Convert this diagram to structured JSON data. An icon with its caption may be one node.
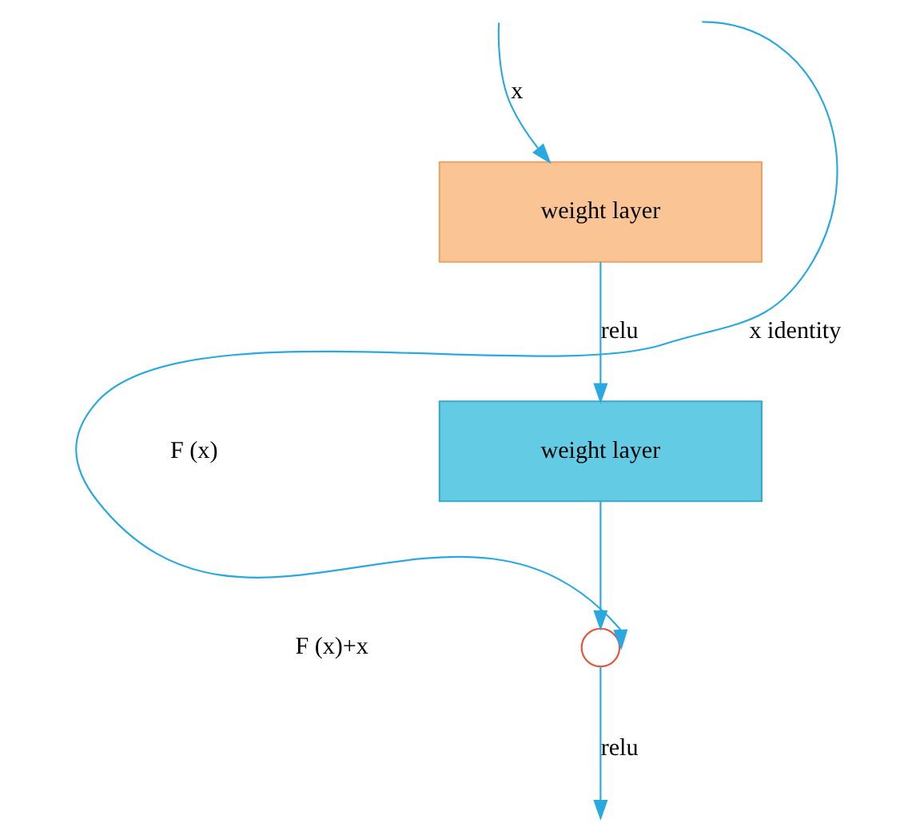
{
  "diagram": {
    "nodes": [
      {
        "text": [
          "weight layer"
        ]
      },
      {
        "text": [
          "weight layer"
        ]
      },
      {
        "text": [],
        "shape": "circle"
      }
    ],
    "edges": [
      {
        "from": null,
        "to": 0,
        "arrow": "to",
        "label": "x"
      },
      {
        "from": 0,
        "to": 1,
        "arrow": "to",
        "label": "relu"
      },
      {
        "from": 1,
        "to": 2,
        "arrow": "to"
      },
      {
        "from": null,
        "to": 2,
        "arrow": "to",
        "label": "x identity"
      },
      {
        "from": 2,
        "to": null,
        "arrow": "to",
        "label": "relu"
      }
    ],
    "labels": [
      "F (x)",
      "F (x)+x"
    ]
  }
}
